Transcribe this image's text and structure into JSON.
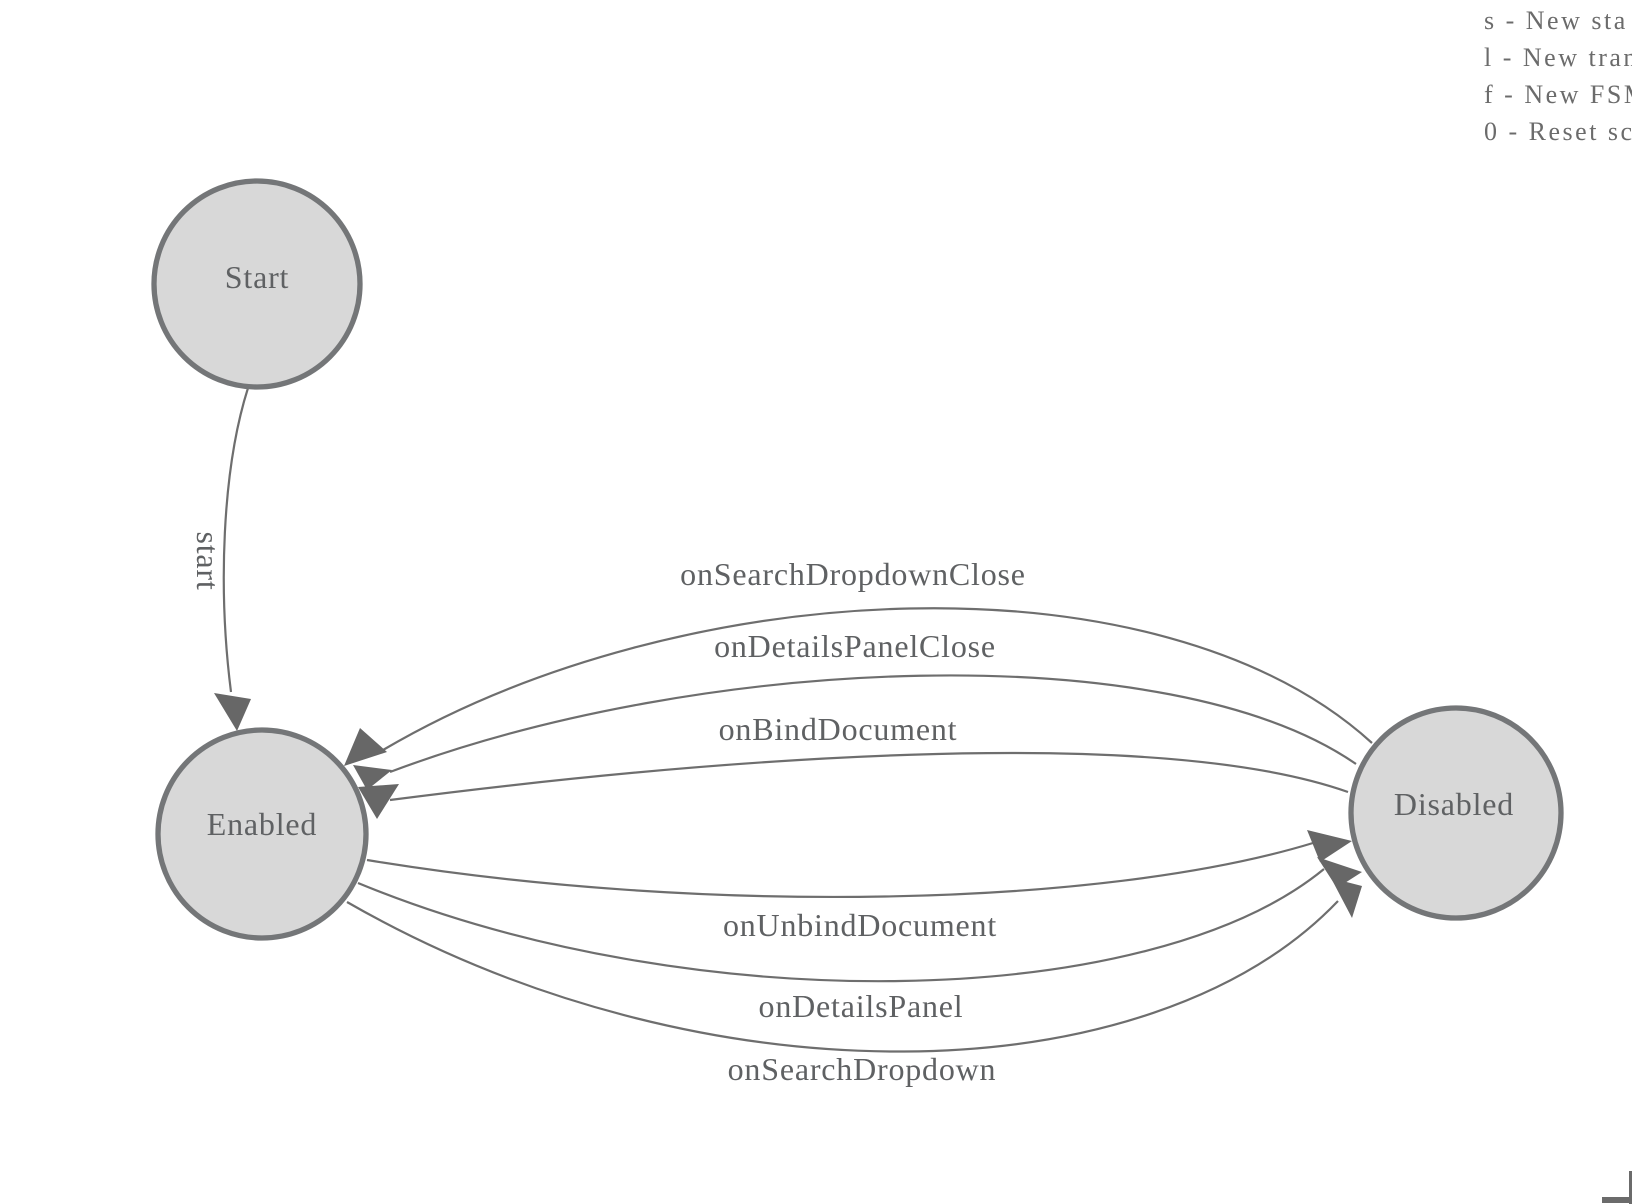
{
  "app": {
    "background": "#ffffff",
    "description": "finite-state-machine diagram editor canvas"
  },
  "legend": {
    "lines": [
      "s - New sta",
      "l - New tran",
      "f - New FSM",
      "0 - Reset sc"
    ]
  },
  "diagram": {
    "type": "state-machine",
    "nodes": [
      {
        "id": "start",
        "label": "Start"
      },
      {
        "id": "enabled",
        "label": "Enabled"
      },
      {
        "id": "disabled",
        "label": "Disabled"
      }
    ],
    "edges": [
      {
        "from": "start",
        "to": "enabled",
        "label": "start"
      },
      {
        "from": "disabled",
        "to": "enabled",
        "label": "onSearchDropdownClose"
      },
      {
        "from": "disabled",
        "to": "enabled",
        "label": "onDetailsPanelClose"
      },
      {
        "from": "disabled",
        "to": "enabled",
        "label": "onBindDocument"
      },
      {
        "from": "enabled",
        "to": "disabled",
        "label": "onUnbindDocument"
      },
      {
        "from": "enabled",
        "to": "disabled",
        "label": "onDetailsPanel"
      },
      {
        "from": "enabled",
        "to": "disabled",
        "label": "onSearchDropdown"
      }
    ],
    "colors": {
      "node_fill": "#d8d8d8",
      "node_stroke": "#747678",
      "edge_stroke": "#6e6e6e",
      "arrow_fill": "#676767",
      "label_text": "#5f6163",
      "legend_text": "#6b6b6b"
    }
  }
}
